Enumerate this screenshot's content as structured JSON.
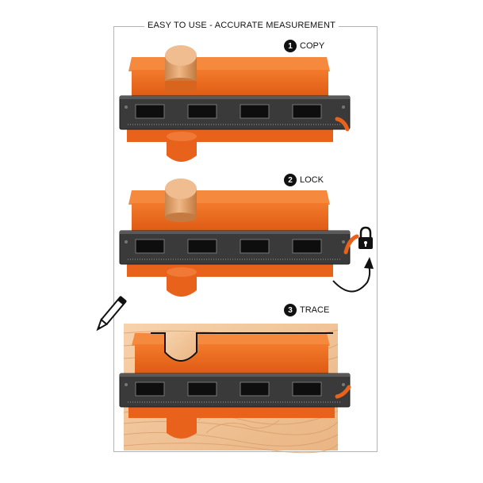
{
  "panel": {
    "title": "EASY TO USE - ACCURATE MEASUREMENT"
  },
  "steps": [
    {
      "number": "1",
      "label": "COPY"
    },
    {
      "number": "2",
      "label": "LOCK"
    },
    {
      "number": "3",
      "label": "TRACE"
    }
  ],
  "icons": [
    "lock-icon",
    "curved-arrow-icon",
    "pencil-icon"
  ],
  "colors": {
    "orange": "#ee6a1f",
    "dark_bar": "#3b3b3b",
    "wood": "#f3c69a",
    "knob": "#e2a06a"
  }
}
